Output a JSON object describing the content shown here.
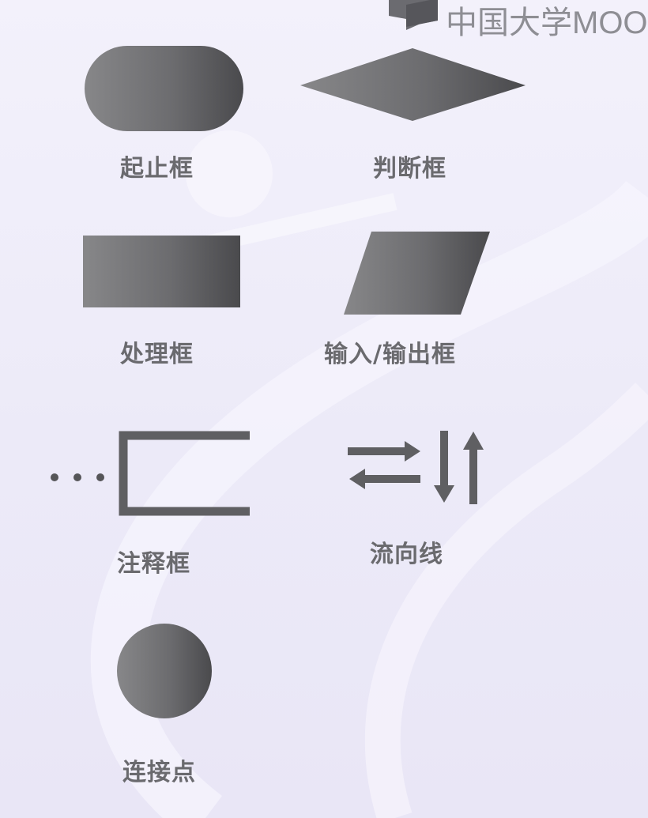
{
  "watermark": {
    "brand": "中国大学MOOC",
    "icon": "mooc-logo-icon"
  },
  "symbols": [
    {
      "id": "terminal",
      "label": "起止框",
      "icon": "rounded-rectangle-icon"
    },
    {
      "id": "decision",
      "label": "判断框",
      "icon": "diamond-icon"
    },
    {
      "id": "process",
      "label": "处理框",
      "icon": "rectangle-icon"
    },
    {
      "id": "io",
      "label": "输入/输出框",
      "icon": "parallelogram-icon"
    },
    {
      "id": "annotation",
      "label": "注释框",
      "icon": "bracket-icon"
    },
    {
      "id": "flowline",
      "label": "流向线",
      "icon": "arrows-icon"
    },
    {
      "id": "connector",
      "label": "连接点",
      "icon": "circle-icon"
    }
  ]
}
